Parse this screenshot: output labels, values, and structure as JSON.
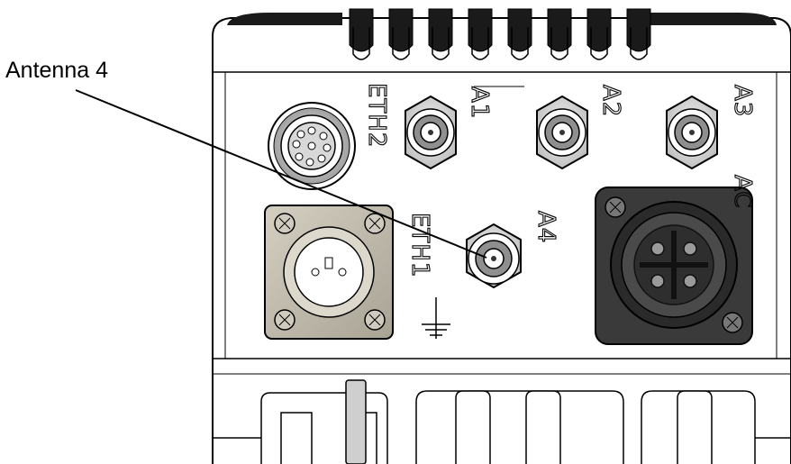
{
  "callout": {
    "label": "Antenna 4",
    "target_port": "A4"
  },
  "ports": {
    "antennas": [
      "A1",
      "A2",
      "A3",
      "A4"
    ],
    "ethernet": [
      "ETH1",
      "ETH2"
    ],
    "power": "AC"
  },
  "colors": {
    "line": "#000000",
    "body_fill": "#ffffff",
    "fin_fill": "#1a1a1a",
    "connector_gray": "#c8c8c8",
    "flange_fill": "#bdb7a8",
    "ac_fill": "#3a3a3a"
  }
}
